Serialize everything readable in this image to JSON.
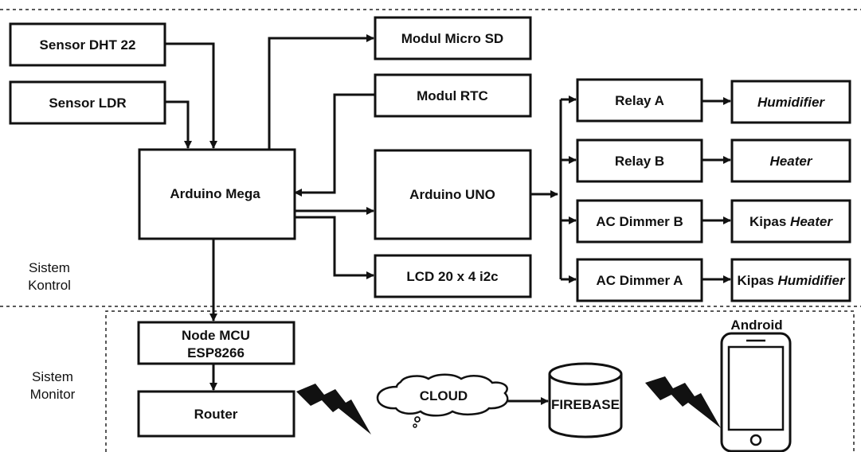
{
  "blocks": {
    "sensor_dht22": "Sensor DHT 22",
    "sensor_ldr": "Sensor LDR",
    "arduino_mega": "Arduino Mega",
    "modul_micro_sd": "Modul Micro SD",
    "modul_rtc": "Modul RTC",
    "arduino_uno": "Arduino UNO",
    "lcd": "LCD 20 x 4 i2c",
    "relay_a": "Relay A",
    "relay_b": "Relay B",
    "ac_dimmer_b": "AC Dimmer B",
    "ac_dimmer_a": "AC Dimmer A",
    "humidifier": "Humidifier",
    "heater": "Heater",
    "kipas_heater_prefix": "Kipas ",
    "kipas_heater_italic": "Heater",
    "kipas_humidifier_prefix": "Kipas ",
    "kipas_humidifier_italic": "Humidifier",
    "nodemcu_line1": "Node MCU",
    "nodemcu_line2": "ESP8266",
    "router": "Router",
    "cloud": "CLOUD",
    "firebase": "FIREBASE",
    "android": "Android"
  },
  "sections": {
    "kontrol_line1": "Sistem",
    "kontrol_line2": "Kontrol",
    "monitor_line1": "Sistem",
    "monitor_line2": "Monitor"
  }
}
